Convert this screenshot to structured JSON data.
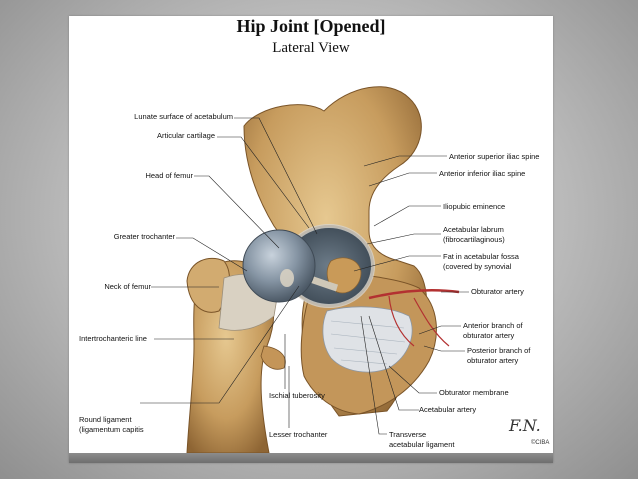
{
  "title": "Hip Joint [Opened]",
  "subtitle": "Lateral View",
  "labels": {
    "lunate": "Lunate surface of acetabulum",
    "articular_cartilage": "Articular cartilage",
    "head_femur": "Head of femur",
    "greater_trochanter": "Greater trochanter",
    "neck_femur": "Neck of femur",
    "intertrochanteric": "Intertrochanteric line",
    "round_ligament": [
      "Round ligament",
      "(ligamentum capitis"
    ],
    "ant_sup_iliac": "Anterior superior iliac spine",
    "ant_inf_iliac": "Anterior inferior iliac spine",
    "iliopubic": "Iliopubic eminence",
    "acetabular_labrum": [
      "Acetabular labrum",
      "(fibrocartilaginous)"
    ],
    "fat_fossa": [
      "Fat in acetabular fossa",
      "(covered by synovial"
    ],
    "obturator_artery": "Obturator artery",
    "ant_branch": [
      "Anterior branch of",
      "obturator artery"
    ],
    "post_branch": [
      "Posterior branch of",
      "obturator artery"
    ],
    "obturator_membrane": "Obturator membrane",
    "ischial_tuberosity": "Ischial tuberosity",
    "acetabular_artery": "Acetabular artery",
    "lesser_trochanter": "Lesser trochanter",
    "transverse_lig": [
      "Transverse",
      "acetabular ligament"
    ]
  },
  "signature": "F.N.",
  "copyright": "©CIBA",
  "colors": {
    "bone": "#caa46a",
    "bone_dark": "#9c7440",
    "cartilage": "#7f8f9e",
    "ligament": "#d8d2c8",
    "background": "#b8b8b8"
  }
}
